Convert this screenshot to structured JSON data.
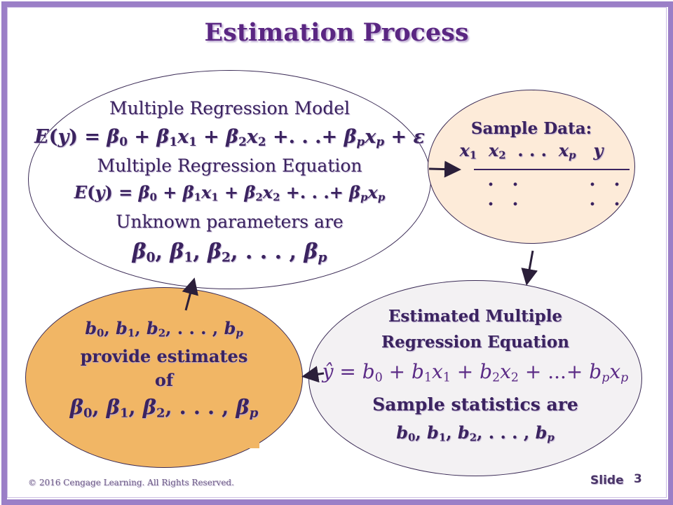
{
  "title": "Estimation Process",
  "model": {
    "heading": "Multiple Regression Model",
    "equation_heading": "Multiple Regression Equation",
    "unknown_text": "Unknown parameters are"
  },
  "sample": {
    "heading": "Sample Data:"
  },
  "estimated": {
    "line1": "Estimated Multiple",
    "line2": "Regression Equation",
    "stats_text": "Sample statistics are"
  },
  "estimates": {
    "provide_text": "provide estimates",
    "of_text": "of"
  },
  "footer": {
    "copyright": "© 2016 Cengage Learning.  All Rights Reserved.",
    "slide_label": "Slide",
    "slide_number": "3"
  },
  "colors": {
    "frame": "#9b7fc7",
    "title": "#5a2682",
    "text": "#3b2360",
    "sample_fill": "#fdebd9",
    "estimated_fill": "#f3f1f3",
    "estimates_fill": "#f1b665"
  }
}
